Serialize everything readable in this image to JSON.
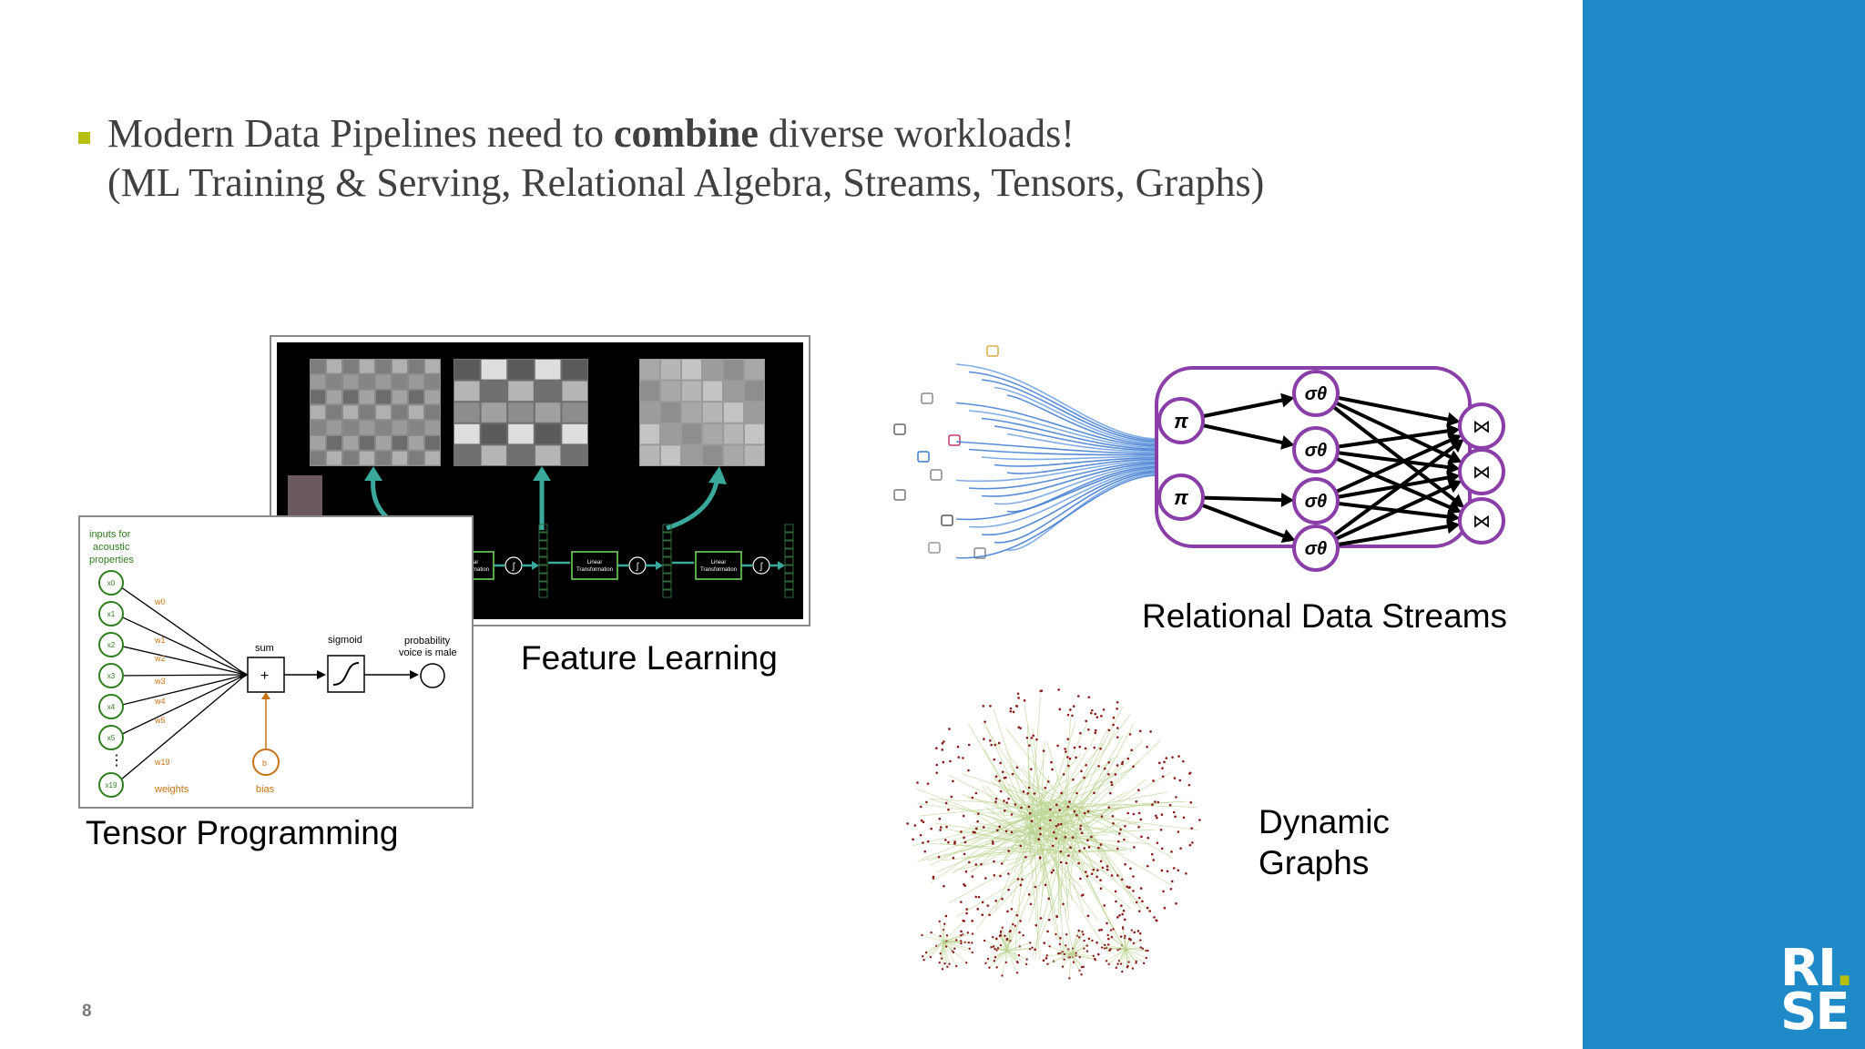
{
  "slide": {
    "headline_pre": "Modern Data Pipelines need to ",
    "headline_bold": "combine",
    "headline_post": " diverse workloads!",
    "headline_line2": "(ML Training & Serving, Relational Algebra, Streams, Tensors, Graphs)",
    "page_number": "8",
    "logo_top": "RI",
    "logo_dot": ".",
    "logo_bottom": "SE"
  },
  "captions": {
    "tensor": "Tensor Programming",
    "feature": "Feature Learning",
    "relational": "Relational Data Streams",
    "graphs_line1": "Dynamic",
    "graphs_line2": "Graphs"
  },
  "tensor_diagram": {
    "inputs_title": [
      "inputs for",
      "acoustic",
      "properties"
    ],
    "inputs": [
      "x0",
      "x1",
      "x2",
      "x3",
      "x4",
      "x5",
      "x19"
    ],
    "weights": [
      "w0",
      "w1",
      "w2",
      "w3",
      "w4",
      "w5",
      "w19"
    ],
    "ellipsis": "⋮",
    "weights_label": "weights",
    "bias_node": "b",
    "bias_label": "bias",
    "sum_label": "sum",
    "sum_symbol": "+",
    "sigmoid_label": "sigmoid",
    "output_label": [
      "probability",
      "voice is male"
    ],
    "colors": {
      "input": "#2e7d1e",
      "weight": "#c87315"
    }
  },
  "feature_diagram": {
    "stage_label": [
      "Linear",
      "Transformation"
    ],
    "stages": 4,
    "sigmoid_symbol": "∫"
  },
  "relational_diagram": {
    "projection_symbol": "π",
    "selection_symbol": "σθ",
    "join_symbol": "⋈",
    "node_color": "#8a3fa8"
  },
  "graph_diagram": {
    "edge_color": "#b9d38e",
    "node_color": "#8b1a1a"
  }
}
